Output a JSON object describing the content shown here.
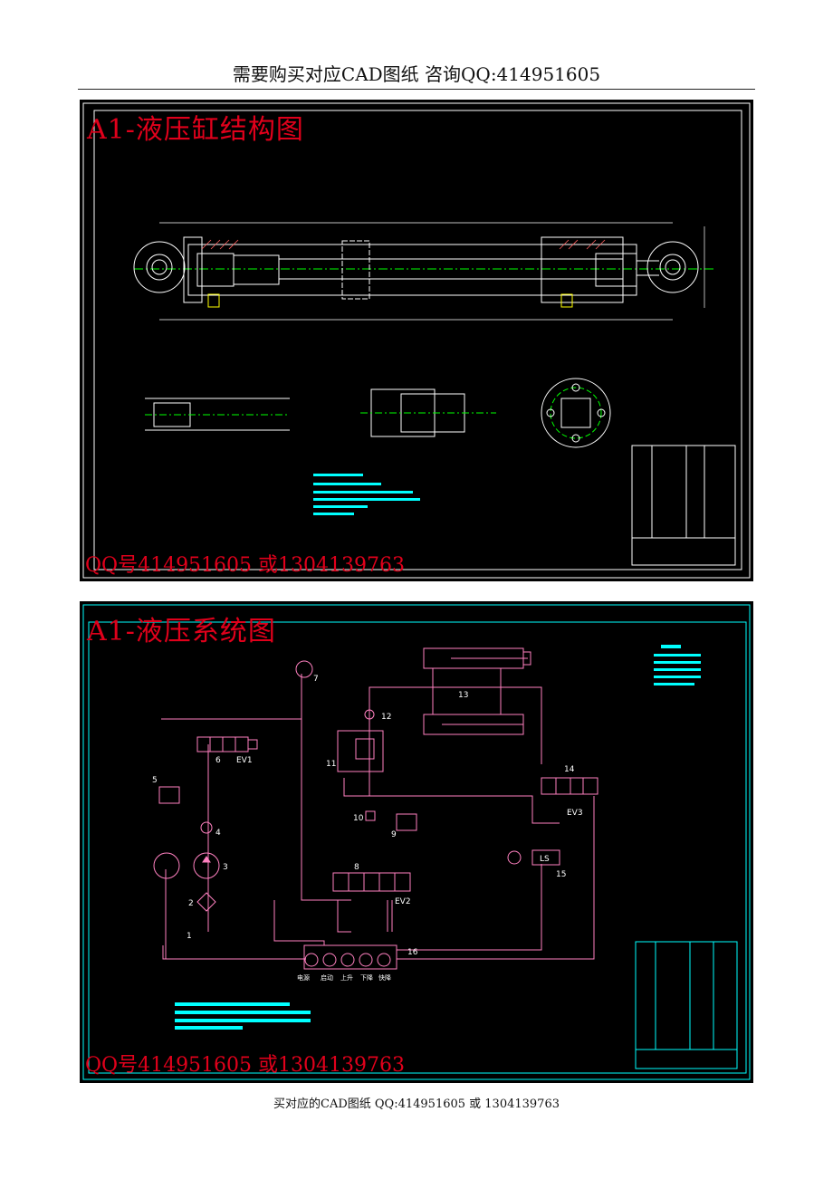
{
  "header": {
    "text": "需要购买对应CAD图纸 咨询QQ:414951605"
  },
  "panels": [
    {
      "title": "A1-液压缸结构图",
      "qq": "QQ号414951605 或1304139763"
    },
    {
      "title": "A1-液压系统图",
      "qq": "QQ号414951605 或1304139763",
      "labels": {
        "ev1": "EV1",
        "ev2": "EV2",
        "ev3": "EV3",
        "ls": "LS",
        "n1": "1",
        "n2": "2",
        "n3": "3",
        "n4": "4",
        "n5": "5",
        "n6": "6",
        "n7": "7",
        "n8": "8",
        "n9": "9",
        "n10": "10",
        "n11": "11",
        "n12": "12",
        "n13": "13",
        "n14": "14",
        "n15": "15",
        "n16": "16",
        "b1": "电源",
        "b2": "启动",
        "b3": "上升",
        "b4": "下降",
        "b5": "快降"
      }
    }
  ],
  "footer": {
    "text": "买对应的CAD图纸 QQ:414951605 或 1304139763"
  },
  "colors": {
    "frame": "#00ffff",
    "pipe": "#ff80c0",
    "title_red": "#e0001b",
    "center": "#00ff00"
  }
}
